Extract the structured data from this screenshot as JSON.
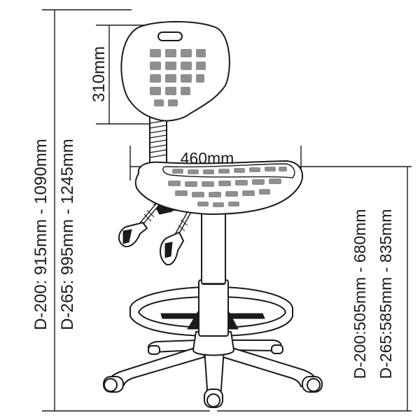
{
  "dimensions": {
    "backrest_height": "310mm",
    "seat_width": "460mm",
    "total_height_d200": "D-200: 915mm - 1090mm",
    "total_height_d265": "D-265: 995mm - 1245mm",
    "seat_height_d200": "D-200:505mm - 680mm",
    "seat_height_d265": "D-265:585mm - 835mm"
  },
  "colors": {
    "outline": "#1a1a1a",
    "pattern_fill": "#8f8f8f",
    "background": "#ffffff"
  },
  "icons": {
    "product": "drafting-stool-icon"
  }
}
